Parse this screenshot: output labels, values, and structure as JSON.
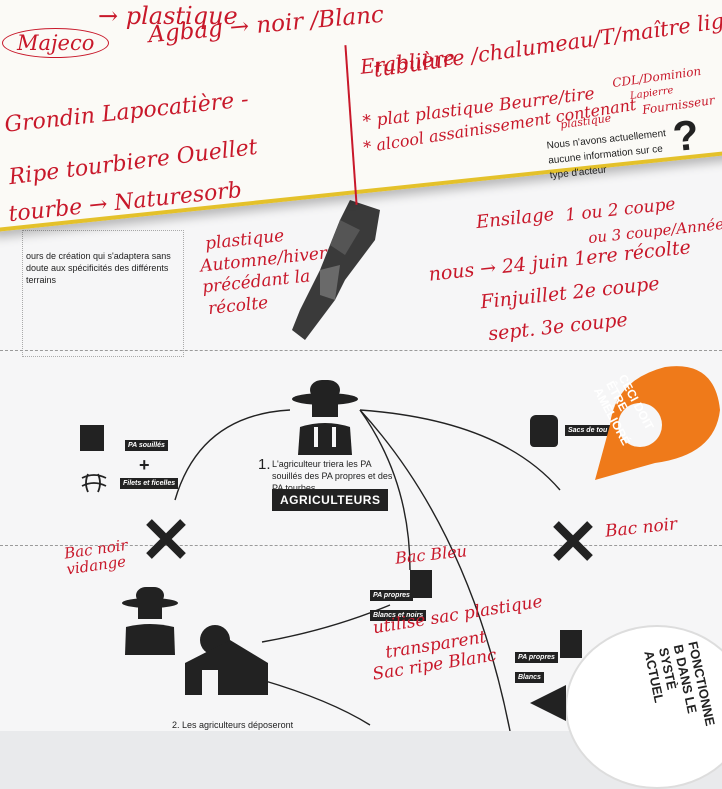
{
  "poster": {
    "partial_text": "ours de création qui s'adaptera sans doute aux spécificités des différents terrains",
    "step1_number": "1.",
    "step1_text": "L'agriculteur triera les PA souillés des PA propres et des PA tourbes",
    "agriculteurs_label": "AGRICULTEURS",
    "badge_pa_souilles": "PA souillés",
    "badge_filets": "Filets et ficelles",
    "badge_sacs": "Sacs de tou",
    "badge_pa_propres": "PA propres",
    "badge_blancs_noirs": "Blancs et noirs",
    "badge_pa_propres2": "PA propres",
    "badge_blancs": "Blancs",
    "step2_text": "2. Les agriculteurs déposeront",
    "tag_text": "CECI DOIT ÊTRE AMÉLIORÉ",
    "fonctionne_text": "FONCTIONNE B DANS LE SYSTÈ ACTUEL",
    "no_info_text": "Nous n'avons actuellement aucune information sur ce type d'acteur",
    "question_mark": "?"
  },
  "handwriting": {
    "majeco": "Majeco",
    "plastique_top": "→ plastique",
    "agbag": "Agbag → noir /Blanc",
    "grondin": "Grondin Lapocatière -",
    "ripe": "Ripe tourbiere Ouellet",
    "tourbe": "tourbe → Naturesorb",
    "erabliere": "Erablière",
    "tubulure": "tubulure /chalumeau/T/maître ligne",
    "plat_plastique": "* plat plastique Beurre/tire",
    "cdl": "CDL/Dominion",
    "lapierre": "Lapierre",
    "fournisseur": "Fournisseur",
    "alcool": "* alcool assainissement contenant",
    "plastique_small": "plastique",
    "ensilage": "Ensilage",
    "coupe1": "1 ou 2 coupe",
    "coupe2": "ou 3 coupe/Année",
    "plastique_left": "plastique",
    "automne": "Automne/hiver",
    "precedant": "précédant la",
    "recolte": "récolte",
    "nous": "nous → 24 juin 1ere récolte",
    "finjuillet": "Finjuillet 2e coupe",
    "sept": "sept. 3e coupe",
    "bac_noir_vidange": "Bac noir vidange",
    "bac_noir": "Bac noir",
    "bac_bleu": "Bac Bleu",
    "utilise": "utilise sac plastique",
    "transparent": "transparent",
    "sac_ripe": "Sac ripe Blanc"
  },
  "colors": {
    "ink_red": "#c8182a",
    "tag_orange": "#ef7a1a",
    "tape_yellow": "#e4c12a"
  }
}
